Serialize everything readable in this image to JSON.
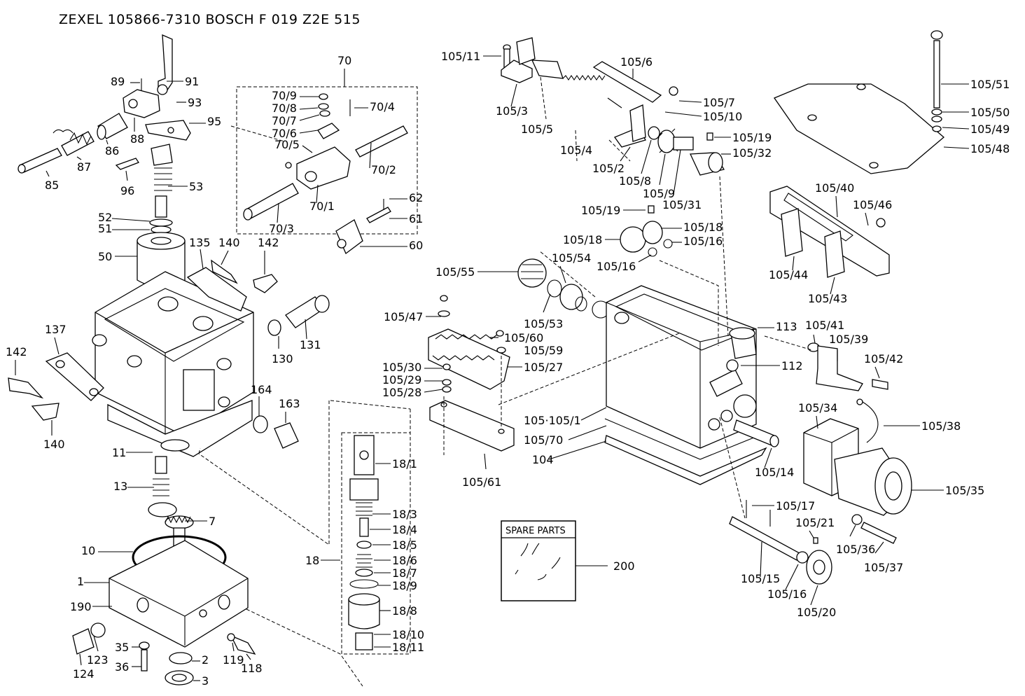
{
  "header": {
    "title": "ZEXEL   105866-7310   BOSCH   F 019 Z2E 515"
  },
  "spare_parts_box": {
    "label": "SPARE PARTS",
    "ref": "200"
  },
  "callouts": [
    "91",
    "89",
    "93",
    "95",
    "88",
    "86",
    "87",
    "85",
    "96",
    "53",
    "52",
    "51",
    "50",
    "135",
    "140",
    "142",
    "70",
    "70/9",
    "70/8",
    "70/7",
    "70/6",
    "70/5",
    "70/4",
    "70/2",
    "70/1",
    "70/3",
    "62",
    "61",
    "60",
    "131",
    "130",
    "137",
    "142",
    "140",
    "164",
    "163",
    "11",
    "13",
    "7",
    "10",
    "1",
    "190",
    "123",
    "124",
    "35",
    "36",
    "2",
    "3",
    "119",
    "118",
    "18",
    "18/1",
    "18/3",
    "18/4",
    "18/5",
    "18/6",
    "18/7",
    "18/9",
    "18/8",
    "18/10",
    "18/11",
    "105/11",
    "105/3",
    "105/5",
    "105/6",
    "105/7",
    "105/10",
    "105/19",
    "105/32",
    "105/4",
    "105/2",
    "105/8",
    "105/9",
    "105/31",
    "105/19",
    "105/18",
    "105/18",
    "105/16",
    "105/16",
    "105/55",
    "105/54",
    "105/47",
    "105/53",
    "105/60",
    "105/59",
    "105/27",
    "105/30",
    "105/29",
    "105/28",
    "105/61",
    "105·105/1",
    "105/70",
    "104",
    "113",
    "112",
    "105/14",
    "105/41",
    "105/39",
    "105/42",
    "105/34",
    "105/38",
    "105/35",
    "105/17",
    "105/21",
    "105/36",
    "105/37",
    "105/15",
    "105/16",
    "105/20",
    "105/51",
    "105/50",
    "105/49",
    "105/48",
    "105/40",
    "105/46",
    "105/44",
    "105/43"
  ]
}
